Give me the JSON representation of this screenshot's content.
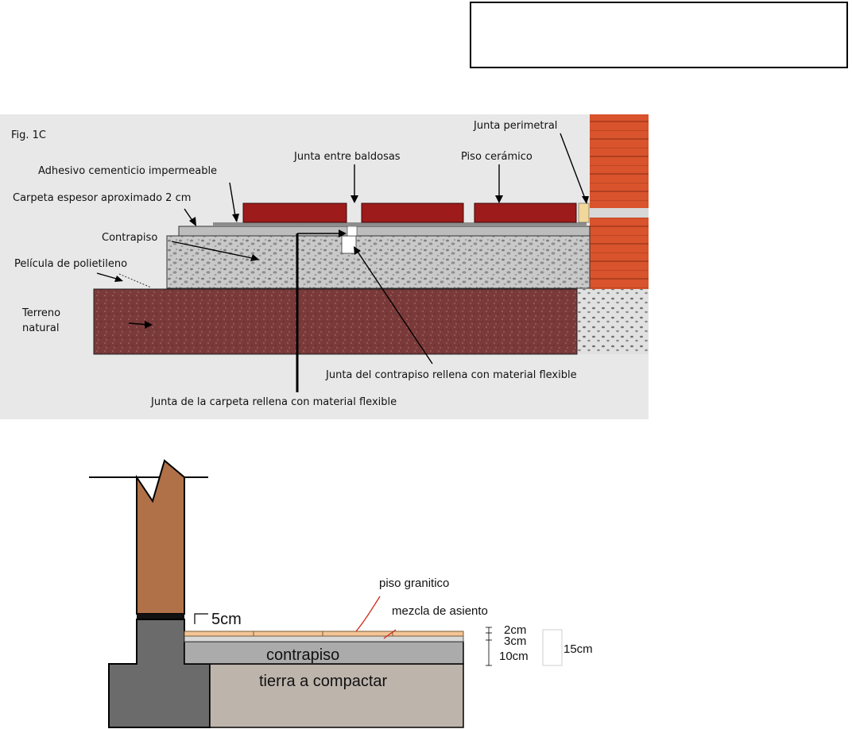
{
  "figure1": {
    "fig_label": "Fig. 1C",
    "labels": {
      "junta_perimetral": "Junta perimetral",
      "junta_entre_baldosas": "Junta entre baldosas",
      "piso_ceramico": "Piso cerámico",
      "adhesivo": "Adhesivo cementicio impermeable",
      "carpeta": "Carpeta espesor aproximado 2 cm",
      "contrapiso": "Contrapiso",
      "pelicula_line1": "Película de polietileno",
      "terreno_line1": "Terreno",
      "terreno_line2": "natural",
      "junta_contrapiso": "Junta del contrapiso rellena con material flexible",
      "junta_carpeta": "Junta de la carpeta rellena con material flexible"
    }
  },
  "figure2": {
    "labels": {
      "piso_granitico": "piso granitico",
      "mezcla_asiento": "mezcla de asiento",
      "five_cm": "5cm",
      "contrapiso": "contrapiso",
      "tierra": "tierra a compactar",
      "dim_2cm": "2cm",
      "dim_3cm": "3cm",
      "dim_10cm": "10cm",
      "dim_15cm": "15cm"
    }
  },
  "colors": {
    "tile_red": "#9e1b1b",
    "brick": "#d9532c",
    "soil": "#7a3a3a",
    "wall_brown": "#b07148",
    "concrete_grey": "#6b6b6b"
  }
}
